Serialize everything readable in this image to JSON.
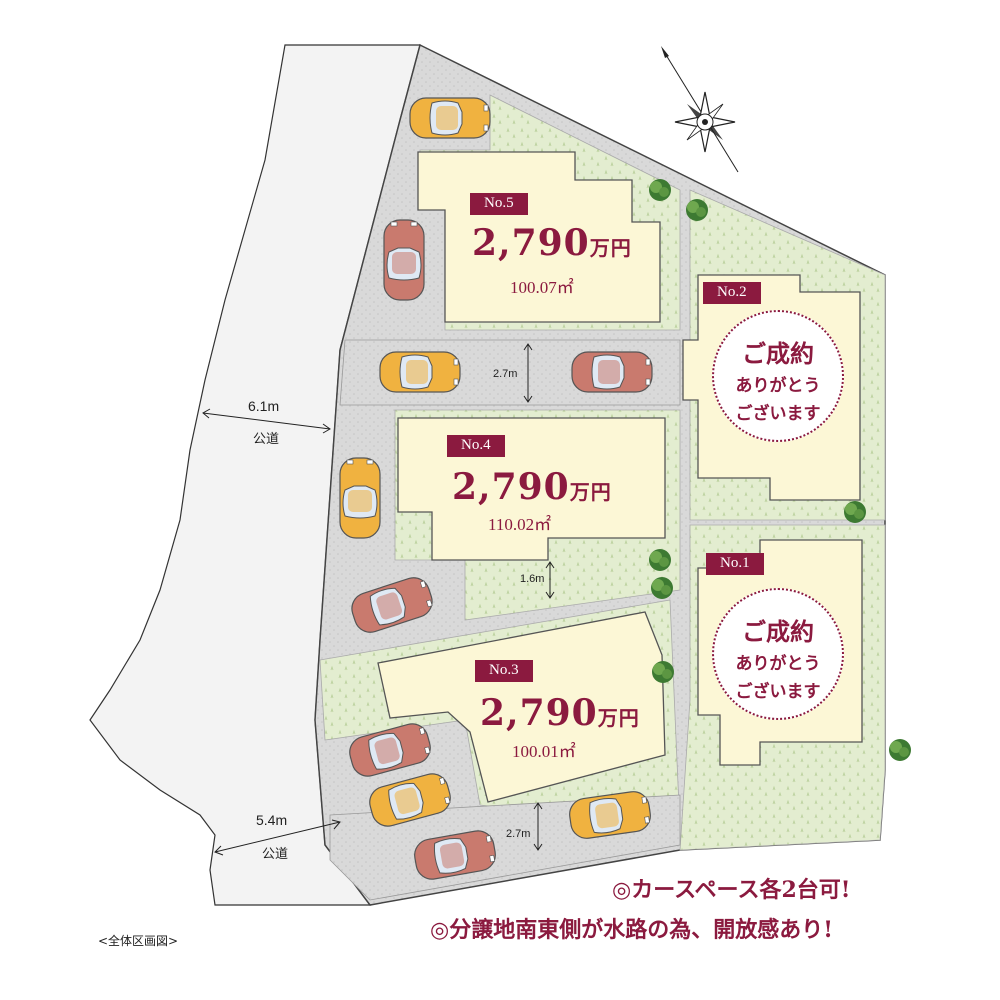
{
  "plots": [
    {
      "id": "No.5",
      "price": "2,790",
      "unit": "万円",
      "area": "100.07㎡",
      "status": "for-sale"
    },
    {
      "id": "No.4",
      "price": "2,790",
      "unit": "万円",
      "area": "110.02㎡",
      "status": "for-sale"
    },
    {
      "id": "No.3",
      "price": "2,790",
      "unit": "万円",
      "area": "100.01㎡",
      "status": "for-sale"
    },
    {
      "id": "No.2",
      "status": "sold",
      "sold_line1": "ご成約",
      "sold_line2": "ありがとう",
      "sold_line3": "ございます"
    },
    {
      "id": "No.1",
      "status": "sold",
      "sold_line1": "ご成約",
      "sold_line2": "ありがとう",
      "sold_line3": "ございます"
    }
  ],
  "roads": [
    {
      "width": "6.1m",
      "label": "公道"
    },
    {
      "width": "5.4m",
      "label": "公道"
    }
  ],
  "dimensions": [
    "2.7m",
    "1.6m",
    "2.7m"
  ],
  "promo": {
    "line1": "◎カースペース各2台可!",
    "line2": "◎分譲地南東側が水路の為、開放感あり!"
  },
  "caption": "<全体区画図>",
  "icons": [
    "compass-rose-icon",
    "car-icon",
    "tree-icon"
  ],
  "colors": {
    "brand": "#8b1a3f",
    "building": "#fcf7d7",
    "lawn": "#e2ecce",
    "paving": "#d8d8d8",
    "road": "#f2f2f2",
    "car_orange": "#f0b040",
    "car_red": "#c97a6e"
  }
}
